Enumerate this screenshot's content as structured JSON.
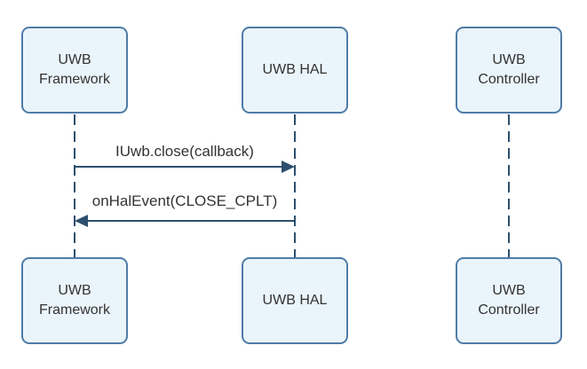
{
  "colors": {
    "background": "#ffffff",
    "box_fill": "#eaf4fb",
    "box_border": "#4f7ca7",
    "line_color": "#2c4f6d",
    "text_color": "#333333"
  },
  "actors": [
    {
      "label": "UWB Framework"
    },
    {
      "label": "UWB HAL"
    },
    {
      "label": "UWB Controller"
    }
  ],
  "messages": [
    {
      "label": "IUwb.close(callback)",
      "from": "UWB Framework",
      "to": "UWB HAL",
      "direction": "right"
    },
    {
      "label": "onHalEvent(CLOSE_CPLT)",
      "from": "UWB HAL",
      "to": "UWB Framework",
      "direction": "left"
    }
  ]
}
